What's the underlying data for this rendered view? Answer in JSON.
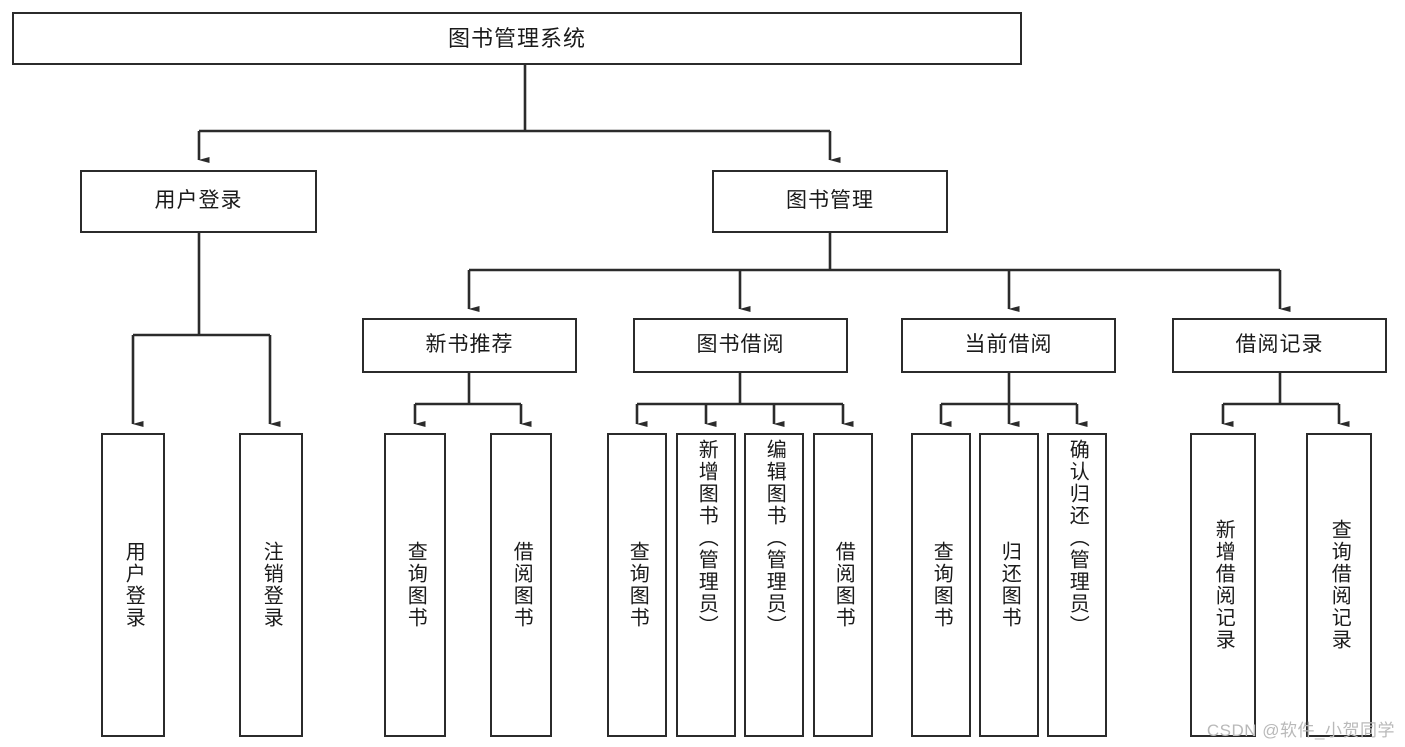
{
  "diagram": {
    "type": "tree",
    "title": "图书管理系统",
    "watermark": "CSDN @软件_小贺同学",
    "colors": {
      "stroke": "#2b2b2b",
      "fill": "#ffffff",
      "text": "#1a1a1a",
      "watermark": "#b9b9b9"
    }
  },
  "nodes": {
    "root": {
      "label": "图书管理系统"
    },
    "level2": [
      {
        "label": "用户登录"
      },
      {
        "label": "图书管理"
      }
    ],
    "level3": [
      {
        "label": "新书推荐"
      },
      {
        "label": "图书借阅"
      },
      {
        "label": "当前借阅"
      },
      {
        "label": "借阅记录"
      }
    ],
    "leaves": {
      "user_login": [
        {
          "label": "用户登录"
        },
        {
          "label": "注销登录"
        }
      ],
      "new_book": [
        {
          "label": "查询图书"
        },
        {
          "label": "借阅图书"
        }
      ],
      "book_borrow": [
        {
          "label": "查询图书"
        },
        {
          "label": "新增图书（管理员）"
        },
        {
          "label": "编辑图书（管理员）"
        },
        {
          "label": "借阅图书"
        }
      ],
      "current_borrow": [
        {
          "label": "查询图书"
        },
        {
          "label": "归还图书"
        },
        {
          "label": "确认归还（管理员）"
        }
      ],
      "borrow_record": [
        {
          "label": "新增借阅记录"
        },
        {
          "label": "查询借阅记录"
        }
      ]
    }
  }
}
